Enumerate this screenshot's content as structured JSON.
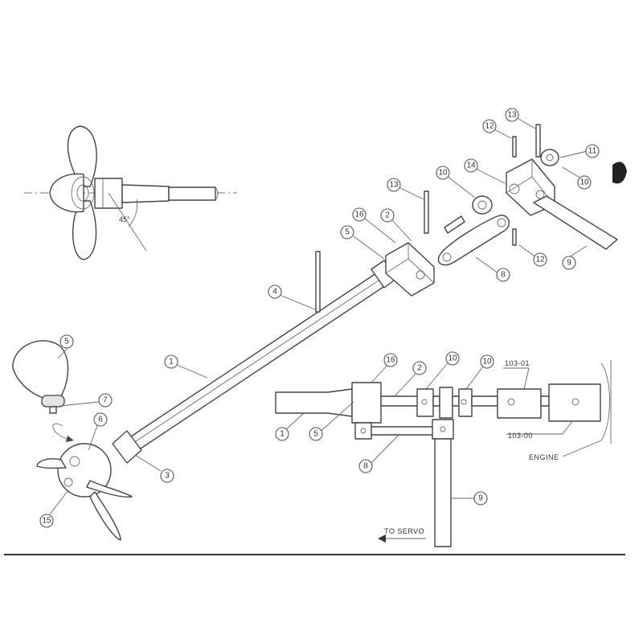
{
  "angle_label": "45°",
  "labels": {
    "engine": "ENGINE",
    "to_servo": "TO SERVO",
    "rod_a": "103-01",
    "rod_b": "103-00"
  },
  "callouts": {
    "n1": "1",
    "n2": "2",
    "n3": "3",
    "n4": "4",
    "n5": "5",
    "n6": "6",
    "n7": "7",
    "n8": "8",
    "n9": "9",
    "n10": "10",
    "n11": "11",
    "n12": "12",
    "n13": "13",
    "n14": "14",
    "n15": "15",
    "n16": "16"
  }
}
